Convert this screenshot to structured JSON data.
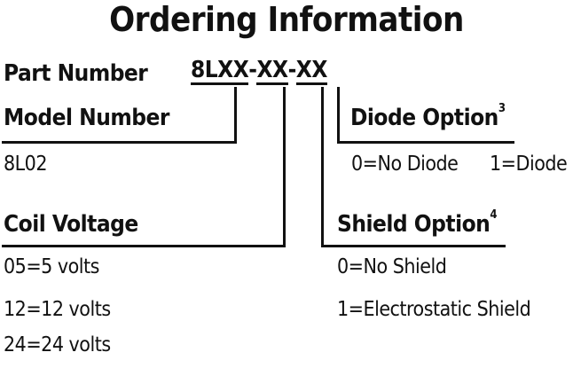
{
  "title": "Ordering Information",
  "part_number": {
    "label": "Part Number",
    "segments": [
      "8LXX",
      "XX",
      "XX"
    ],
    "separator": "-"
  },
  "model_number": {
    "label": "Model Number",
    "options": [
      "8L02"
    ]
  },
  "coil_voltage": {
    "label": "Coil Voltage",
    "options": [
      "05=5 volts",
      "12=12 volts",
      "24=24 volts"
    ]
  },
  "diode_option": {
    "label": "Diode Option",
    "footnote": "3",
    "options": [
      "0=No Diode",
      "1=Diode"
    ]
  },
  "shield_option": {
    "label": "Shield Option",
    "footnote": "4",
    "options": [
      "0=No Shield",
      "1=Electrostatic Shield"
    ]
  }
}
